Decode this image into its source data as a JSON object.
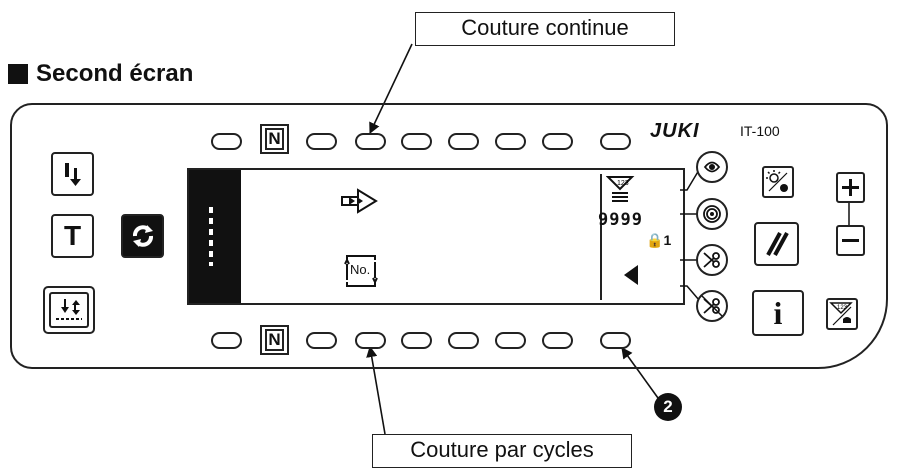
{
  "callouts": {
    "top": "Couture continue",
    "bottom": "Couture par cycles"
  },
  "heading": "Second écran",
  "brand": {
    "logo": "JUKI",
    "model": "IT-100"
  },
  "mode_buttons": {
    "top_letter": "N",
    "bottom_letter": "N"
  },
  "keys": {
    "t_key": "T",
    "info_key": "i"
  },
  "display": {
    "counter_value": "9999",
    "lock_indicator": "1",
    "no_label": "No."
  },
  "marker_number": "2",
  "icons": {
    "continuous_sewing": "double-arrow-icon",
    "cycle_sewing": "cycle-no-icon",
    "counter": "bobbin-counter-icon",
    "back": "triangle-left-icon",
    "eye": "eye-icon",
    "spiral": "spiral-icon",
    "scissors": "scissors-icon"
  }
}
